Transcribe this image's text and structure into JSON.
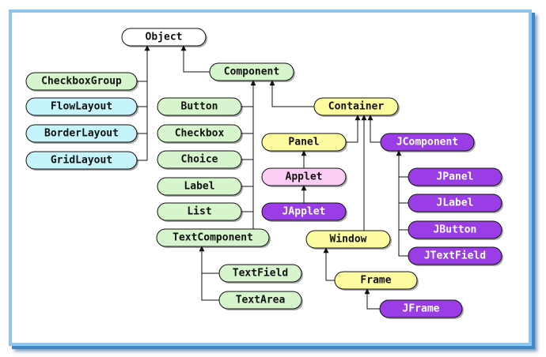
{
  "diagram": {
    "nodes": {
      "object": "Object",
      "component": "Component",
      "checkbox_group": "CheckboxGroup",
      "flow_layout": "FlowLayout",
      "border_layout": "BorderLayout",
      "grid_layout": "GridLayout",
      "button": "Button",
      "checkbox": "Checkbox",
      "choice": "Choice",
      "label": "Label",
      "list": "List",
      "text_component": "TextComponent",
      "text_field": "TextField",
      "text_area": "TextArea",
      "container": "Container",
      "panel": "Panel",
      "applet": "Applet",
      "japplet": "JApplet",
      "window": "Window",
      "frame": "Frame",
      "jframe": "JFrame",
      "jcomponent": "JComponent",
      "jpanel": "JPanel",
      "jlabel": "JLabel",
      "jbutton": "JButton",
      "jtextfield": "JTextField"
    },
    "colors": {
      "white": "#ffffff",
      "green": "#d6f5cc",
      "cyan": "#c6f4fb",
      "yellow": "#fdfba0",
      "pink": "#fbcdf5",
      "purple": "#9b3de6",
      "outline": "#111111",
      "frame_border": "#8fc6ea"
    }
  }
}
